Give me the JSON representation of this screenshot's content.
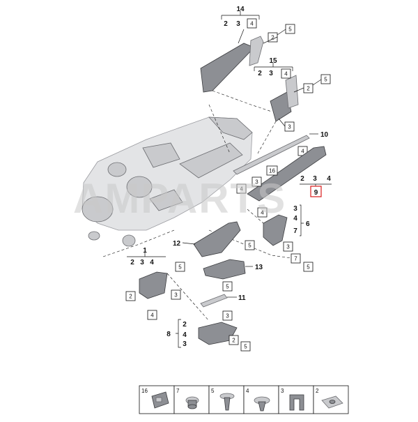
{
  "watermark": "AMPARTS",
  "callouts": {
    "c14": "14",
    "c15": "15",
    "c10": "10",
    "c9": "9",
    "c6": "6",
    "c12": "12",
    "c13": "13",
    "c1": "1",
    "c11": "11",
    "c8": "8",
    "c7": "7"
  },
  "sub_labels": {
    "g14": [
      "2",
      "3"
    ],
    "g15": [
      "2",
      "3"
    ],
    "g9": [
      "2",
      "3",
      "4"
    ],
    "g6": [
      "3",
      "4",
      "7"
    ],
    "g1": [
      "2",
      "3",
      "4"
    ],
    "g8": [
      "2",
      "4",
      "3"
    ]
  },
  "boxed_labels": {
    "b14_4": "4",
    "b14_2": "2",
    "b14_5": "5",
    "b15_4": "4",
    "b15_2": "2",
    "b15_5": "5",
    "b15_3": "3",
    "b_10_4": "4",
    "b_16": "16",
    "b_3a": "3",
    "b_4a": "4",
    "b_6_4": "4",
    "b_6_3": "3",
    "b_6_7": "7",
    "b_6_5": "5",
    "b_12_5": "5",
    "b_13_5": "5",
    "b_1_5": "5",
    "b_1_2": "2",
    "b_1_3": "3",
    "b_1_4": "4",
    "b_8_3": "3",
    "b_8_2": "2",
    "b_8_5": "5"
  },
  "highlight": {
    "label": "9",
    "color": "#d91a1a"
  },
  "legend": [
    {
      "num": "16",
      "icon": "clip-block-icon"
    },
    {
      "num": "7",
      "icon": "round-spacer-icon"
    },
    {
      "num": "5",
      "icon": "screw-icon"
    },
    {
      "num": "4",
      "icon": "push-rivet-icon"
    },
    {
      "num": "3",
      "icon": "spring-clip-icon"
    },
    {
      "num": "2",
      "icon": "speed-nut-icon"
    }
  ]
}
